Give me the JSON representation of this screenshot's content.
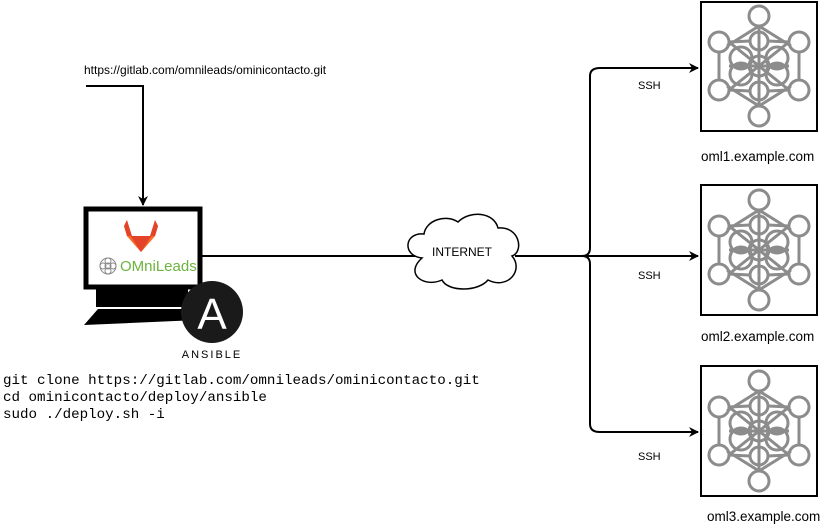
{
  "repo_url": "https://gitlab.com/omnileads/ominicontacto.git",
  "internet_label": "INTERNET",
  "ssh_labels": [
    "SSH",
    "SSH",
    "SSH"
  ],
  "servers": [
    "oml1.example.com",
    "oml2.example.com",
    "oml3.example.com"
  ],
  "workstation": {
    "logo_text": "OMniLeads",
    "ansible_label": "ANSIBLE",
    "ansible_letter": "A"
  },
  "commands": [
    "git clone https://gitlab.com/omnileads/ominicontacto.git",
    "cd ominicontacto/deploy/ansible",
    "sudo ./deploy.sh -i"
  ],
  "colors": {
    "line": "#000000",
    "gitlab_dark": "#e24329",
    "gitlab_mid": "#fc6d26",
    "gitlab_light": "#fca326",
    "omnileads_green": "#6cb33f",
    "omnileads_gray": "#8a8a8a",
    "server_icon": "#8c8c8c",
    "ansible": "#1a1a1a"
  }
}
